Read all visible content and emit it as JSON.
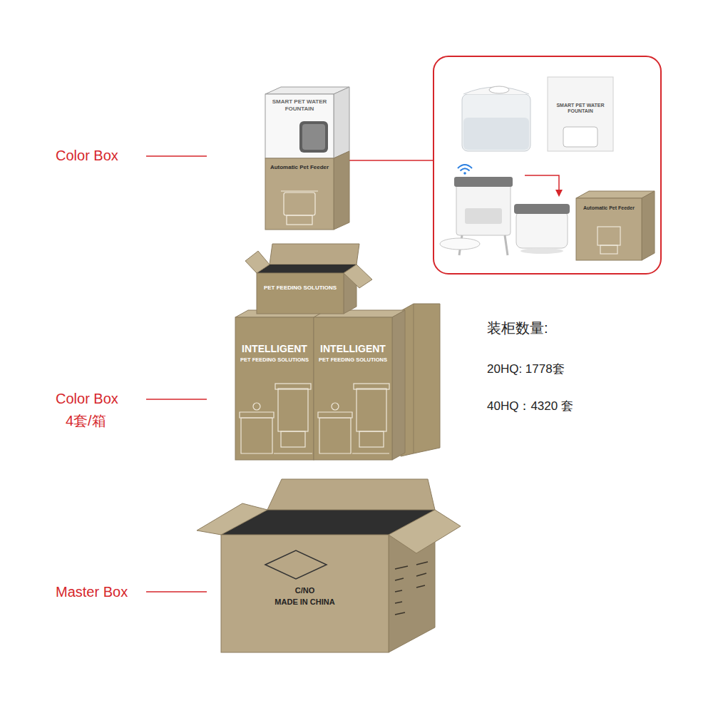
{
  "diagram": {
    "nodes": [
      {
        "text": [
          "SMART PET WATER FOUNTAIN"
        ]
      },
      {
        "text": [
          "Automatic Pet Feeder"
        ]
      },
      {
        "text": []
      },
      {
        "text": [
          "SMART PET WATER FOUNTAIN"
        ],
        "in": 2
      },
      {
        "text": [
          "Automatic Pet Feeder"
        ],
        "in": 2
      },
      {
        "text": [
          "PET FEEDING SOLUTIONS"
        ]
      },
      {
        "text": [
          "INTELLIGENT",
          "PET FEEDING SOLUTIONS"
        ]
      },
      {
        "text": [
          "INTELLIGENT",
          "PET FEEDING SOLUTIONS"
        ]
      },
      {
        "text": [
          "C/NO",
          "MADE IN CHINA"
        ]
      }
    ],
    "edges": [
      {
        "from": 1,
        "to": 2,
        "arrow": "none"
      }
    ],
    "labels": [
      "Color Box",
      "Color Box",
      "4套/箱",
      "Master Box",
      "装柜数量:",
      "20HQ: 1778套",
      "40HQ：4320 套"
    ]
  }
}
